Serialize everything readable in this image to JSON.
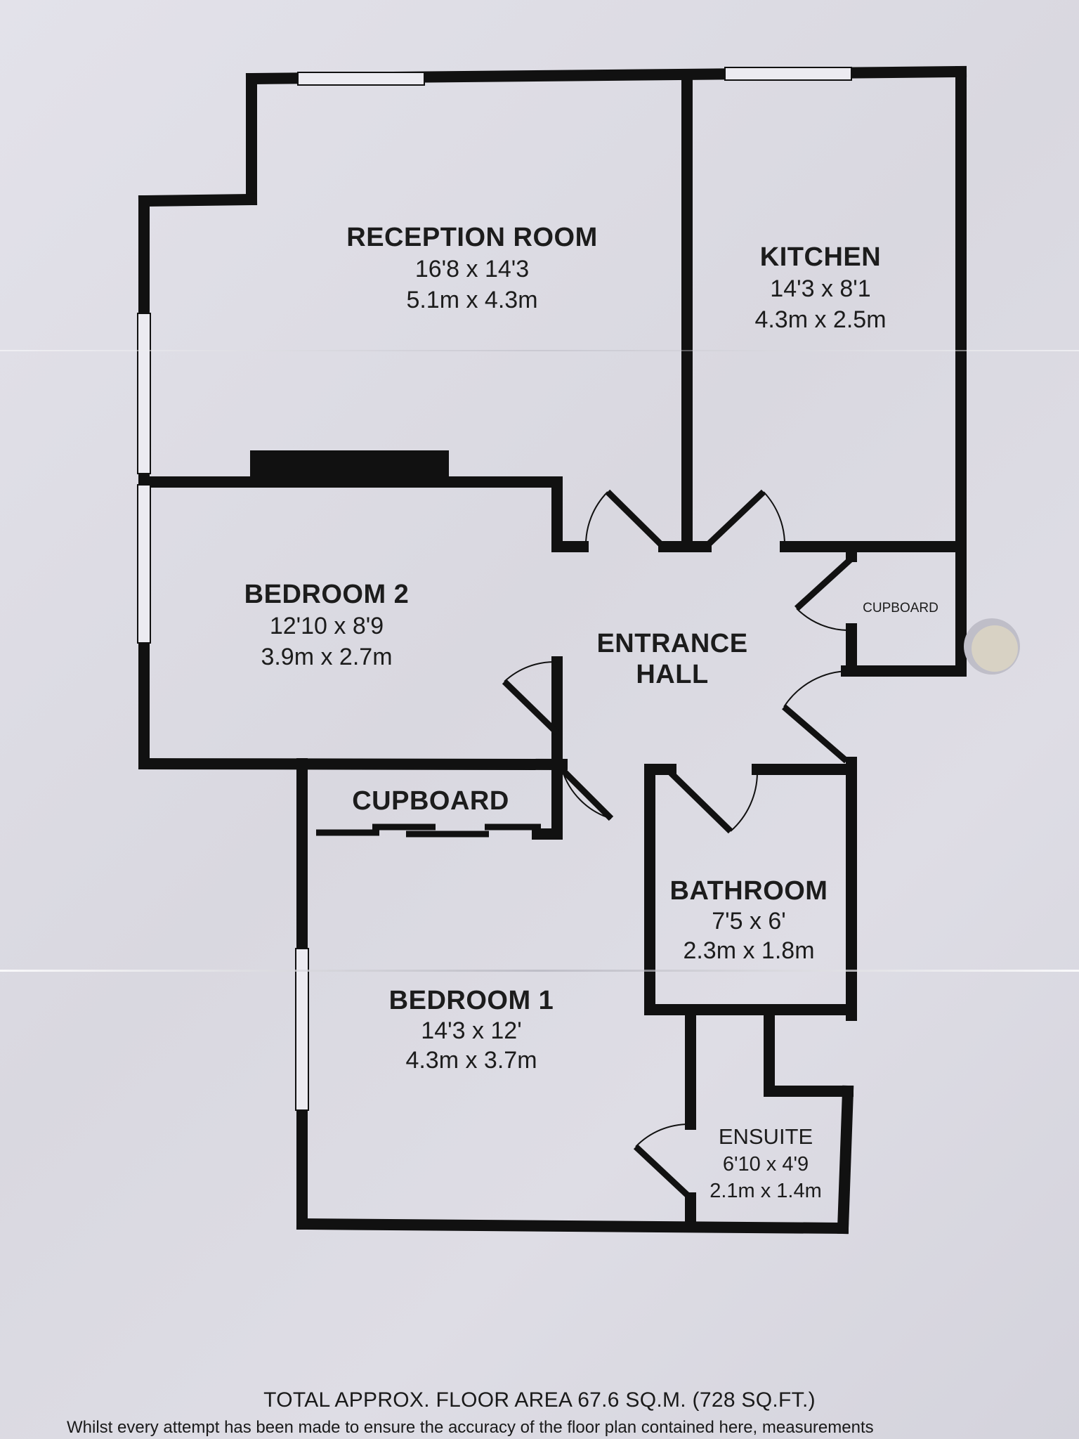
{
  "rooms": {
    "reception": {
      "name": "RECEPTION ROOM",
      "imperial": "16'8 x 14'3",
      "metric": "5.1m x 4.3m"
    },
    "kitchen": {
      "name": "KITCHEN",
      "imperial": "14'3 x 8'1",
      "metric": "4.3m x 2.5m"
    },
    "bedroom2": {
      "name": "BEDROOM 2",
      "imperial": "12'10 x 8'9",
      "metric": "3.9m x 2.7m"
    },
    "entrance_hall": {
      "line1": "ENTRANCE",
      "line2": "HALL"
    },
    "cupboard_small": {
      "name": "CUPBOARD"
    },
    "cupboard_wardrobe": {
      "name": "CUPBOARD"
    },
    "bathroom": {
      "name": "BATHROOM",
      "imperial": "7'5 x 6'",
      "metric": "2.3m x 1.8m"
    },
    "bedroom1": {
      "name": "BEDROOM 1",
      "imperial": "14'3 x 12'",
      "metric": "4.3m x 3.7m"
    },
    "ensuite": {
      "name": "ENSUITE",
      "imperial": "6'10 x 4'9",
      "metric": "2.1m x 1.4m"
    }
  },
  "footer": {
    "total_area": "TOTAL APPROX. FLOOR AREA 67.6 SQ.M. (728 SQ.FT.)",
    "disclaimer": "Whilst every attempt has been made to ensure the accuracy of the floor plan contained here, measurements"
  },
  "colors": {
    "wall": "#111111",
    "paper": "#dedde5",
    "window": "#ecebf1"
  }
}
